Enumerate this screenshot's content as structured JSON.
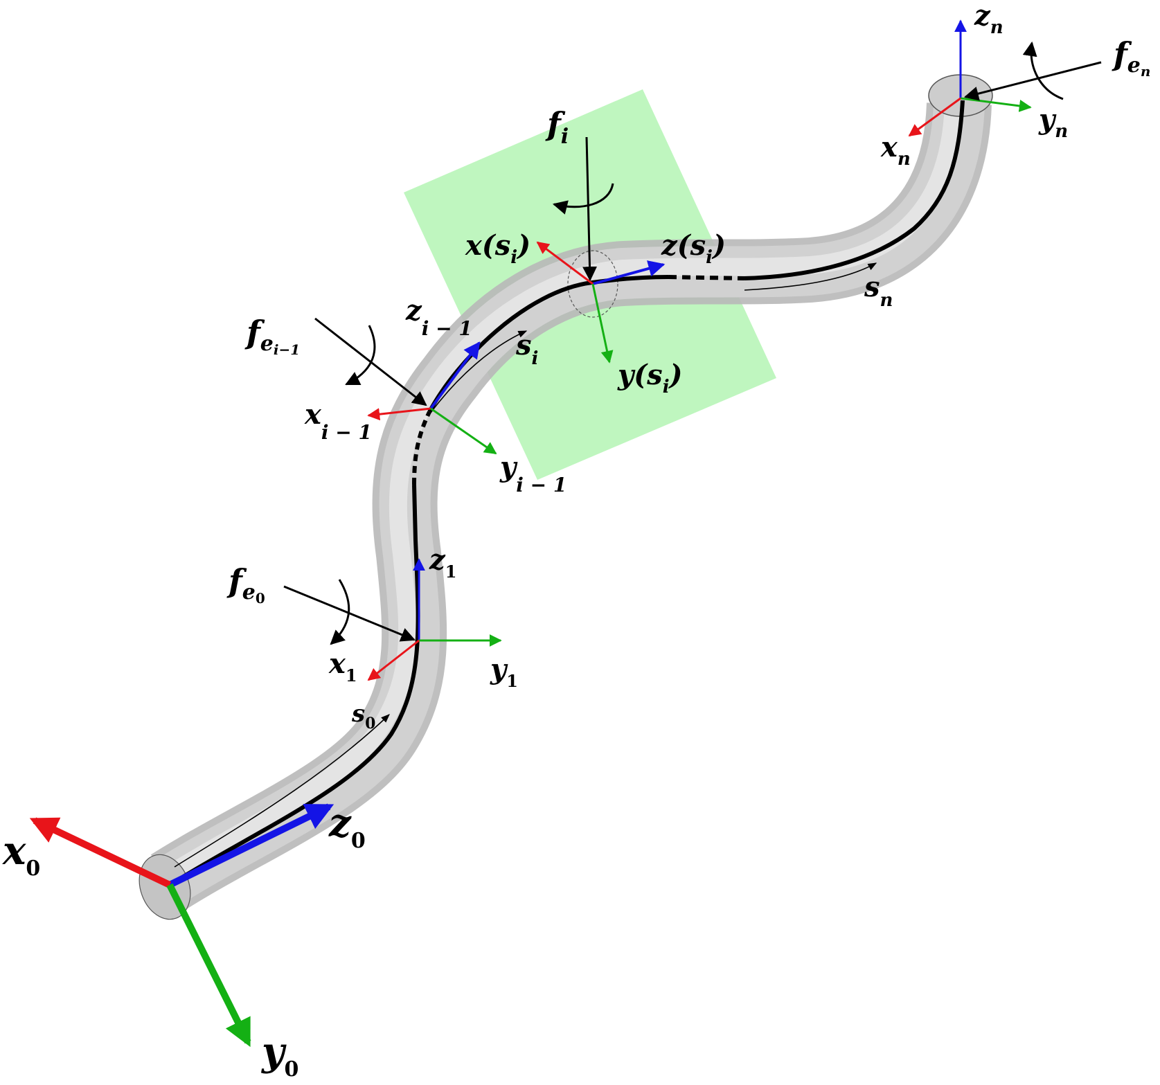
{
  "colors": {
    "x_axis": "#e8141a",
    "y_axis": "#14b014",
    "z_axis": "#1414e6",
    "rod": "#c8c8c8",
    "plane": "#b4f5b4",
    "force": "#000000"
  },
  "frames": {
    "base": {
      "x": {
        "sym": "x",
        "sub": "0"
      },
      "y": {
        "sym": "y",
        "sub": "0"
      },
      "z": {
        "sym": "z",
        "sub": "0"
      },
      "s": {
        "sym": "s",
        "sub": "0"
      }
    },
    "first": {
      "x": {
        "sym": "x",
        "sub": "1"
      },
      "y": {
        "sym": "y",
        "sub": "1"
      },
      "z": {
        "sym": "z",
        "sub": "1"
      }
    },
    "prev": {
      "x": {
        "sym": "x",
        "sub": "i − 1"
      },
      "y": {
        "sym": "y",
        "sub": "i − 1"
      },
      "z": {
        "sym": "z",
        "sub": "i − 1"
      },
      "s": {
        "sym": "s",
        "sub": "i"
      }
    },
    "section": {
      "x": {
        "pre": "x(s",
        "sub": "i",
        "post": ")"
      },
      "y": {
        "pre": "y(s",
        "sub": "i",
        "post": ")"
      },
      "z": {
        "pre": "z(s",
        "sub": "i",
        "post": ")"
      }
    },
    "tip": {
      "x": {
        "sym": "x",
        "sub": "n"
      },
      "y": {
        "sym": "y",
        "sub": "n"
      },
      "z": {
        "sym": "z",
        "sub": "n"
      },
      "s": {
        "sym": "s",
        "sub": "n"
      }
    }
  },
  "forces": {
    "f_e0": {
      "sym": "f",
      "sub": "e",
      "subsub": "0"
    },
    "f_eprev": {
      "sym": "f",
      "sub": "e",
      "subsub": "i−1"
    },
    "f_i": {
      "sym": "f",
      "sub": "i"
    },
    "f_en": {
      "sym": "f",
      "sub": "e",
      "subsub": "n"
    }
  }
}
